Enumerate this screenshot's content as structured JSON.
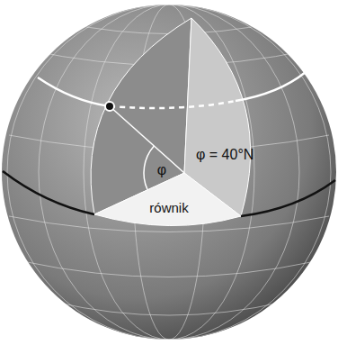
{
  "diagram": {
    "labels": [
      "φ",
      "φ = 40°N",
      "równik"
    ]
  }
}
